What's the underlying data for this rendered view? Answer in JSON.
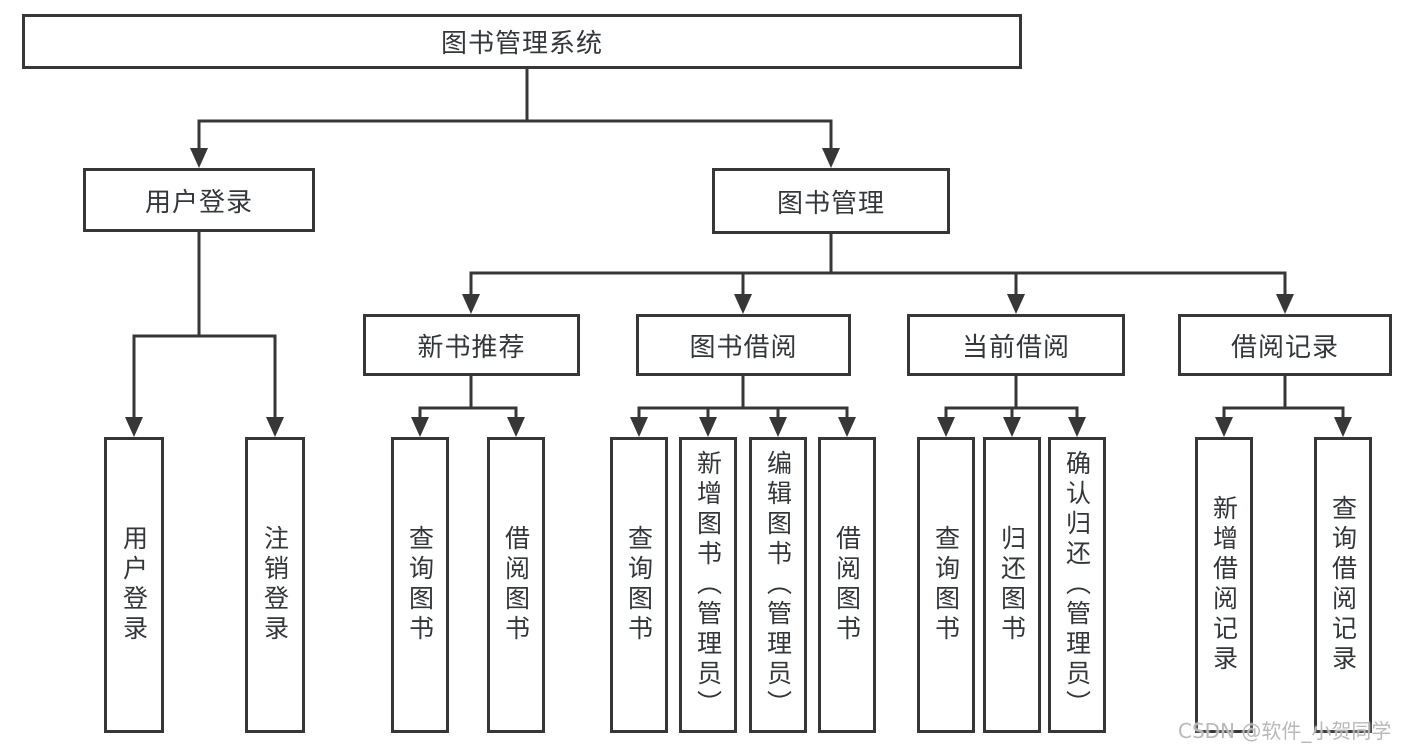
{
  "tree": {
    "root": "图书管理系统",
    "user_login": {
      "label": "用户登录",
      "children": [
        "用户登录",
        "注销登录"
      ]
    },
    "book_mgmt": {
      "label": "图书管理",
      "sections": [
        {
          "label": "新书推荐",
          "children": [
            "查询图书",
            "借阅图书"
          ]
        },
        {
          "label": "图书借阅",
          "children": [
            "查询图书",
            "新增图书（管理员）",
            "编辑图书（管理员）",
            "借阅图书"
          ]
        },
        {
          "label": "当前借阅",
          "children": [
            "查询图书",
            "归还图书",
            "确认归还（管理员）"
          ]
        },
        {
          "label": "借阅记录",
          "children": [
            "新增借阅记录",
            "查询借阅记录"
          ]
        }
      ]
    }
  },
  "watermark": {
    "text": "CSDN @软件_小贺同学"
  },
  "colors": {
    "line": "#373737",
    "text": "#33373a",
    "background": "#ffffff",
    "watermark": "#b9b9b9"
  }
}
